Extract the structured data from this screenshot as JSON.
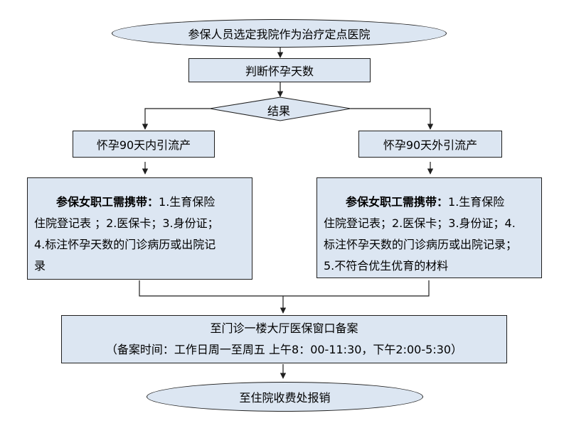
{
  "start": "参保人员选定我院作为治疗定点医院",
  "step_judge": "判断怀孕天数",
  "decision": "结果",
  "left_branch": "怀孕90天内引流产",
  "right_branch": "怀孕90天外引流产",
  "left_docs": {
    "lead": "参保女职工需携带：",
    "lines": [
      "1.生育保险",
      "住院登记表 ；2.医保卡；3.身份证；",
      "4.标注怀孕天数的门诊病历或出院记",
      "录"
    ]
  },
  "right_docs": {
    "lead": "参保女职工需携带：",
    "lines": [
      "1.生育保险",
      "住院登记表；2.医保卡；3.身份证；4.",
      "标注怀孕天数的门诊病历或出院记录；",
      "5.不符合优生优育的材料"
    ]
  },
  "register": {
    "title": "至门诊一楼大厅医保窗口备案",
    "time": "（备案时间：工作日周一至周五 上午8：00-11:30，下午2:00-5:30）"
  },
  "end": "至住院收费处报销",
  "colors": {
    "fill": "#dce6f2",
    "stroke": "#1f1f1f"
  }
}
